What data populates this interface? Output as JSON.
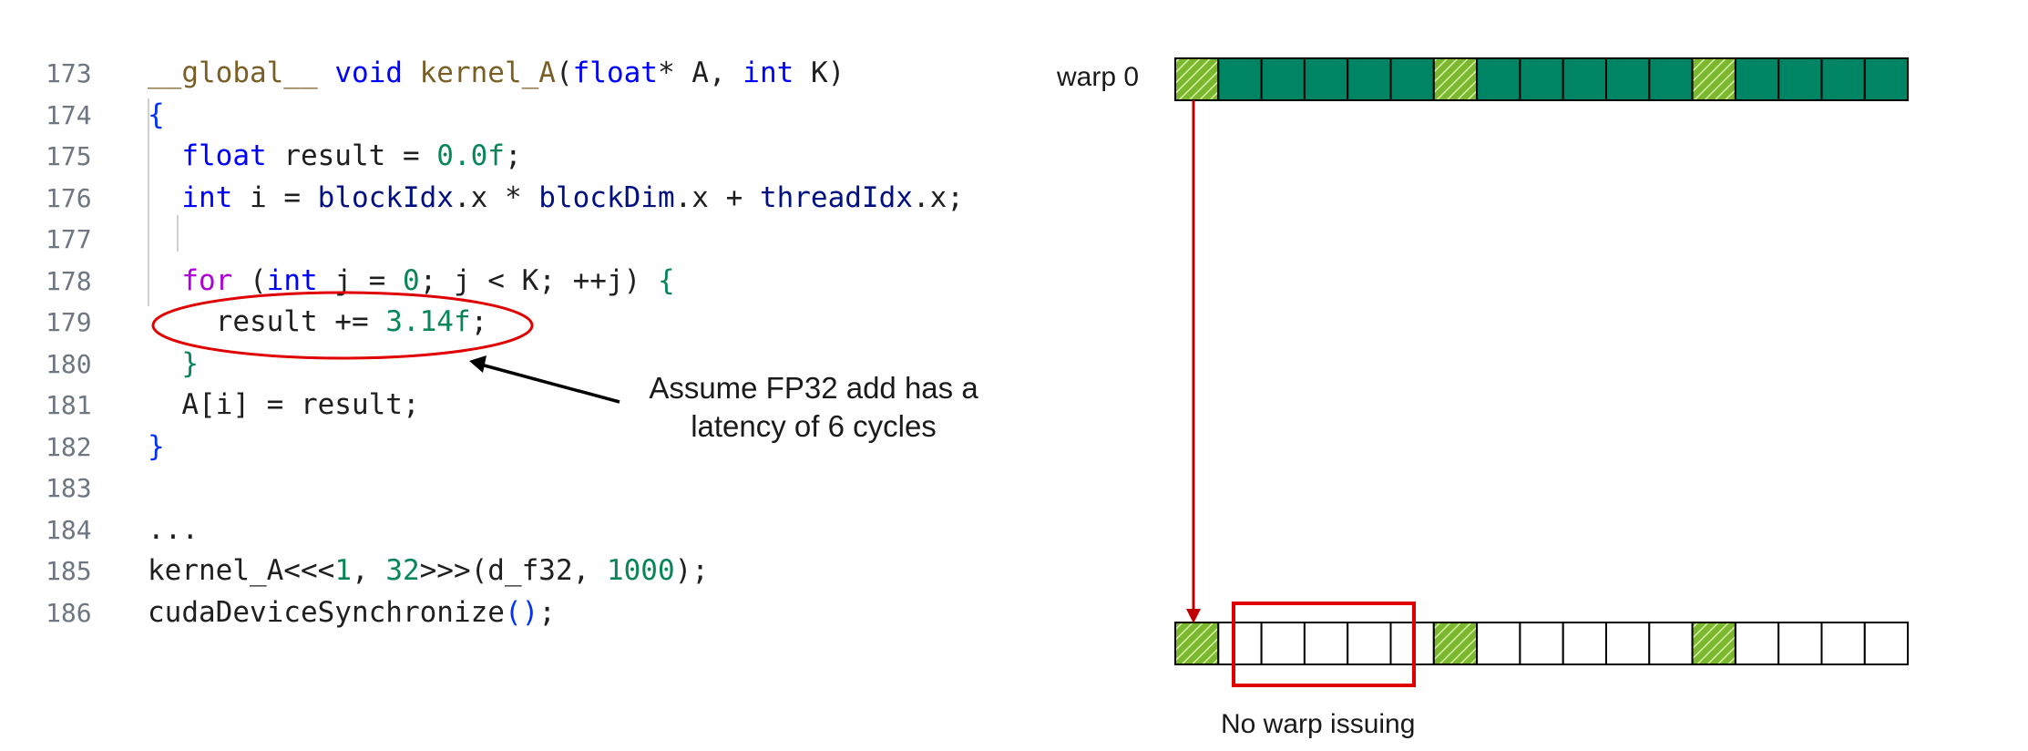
{
  "code": {
    "lines": [
      {
        "num": "173",
        "tokens": [
          [
            "fn",
            "__global__"
          ],
          [
            "tx",
            " "
          ],
          [
            "kw",
            "void"
          ],
          [
            "tx",
            " "
          ],
          [
            "fn",
            "kernel_A"
          ],
          [
            "tx",
            "("
          ],
          [
            "kw",
            "float"
          ],
          [
            "tx",
            "* A, "
          ],
          [
            "kw",
            "int"
          ],
          [
            "tx",
            " K)"
          ]
        ]
      },
      {
        "num": "174",
        "tokens": [
          [
            "br",
            "{"
          ]
        ]
      },
      {
        "num": "175",
        "tokens": [
          [
            "tx",
            "  "
          ],
          [
            "kw",
            "float"
          ],
          [
            "tx",
            " result = "
          ],
          [
            "num",
            "0.0f"
          ],
          [
            "tx",
            ";"
          ]
        ]
      },
      {
        "num": "176",
        "tokens": [
          [
            "tx",
            "  "
          ],
          [
            "kw",
            "int"
          ],
          [
            "tx",
            " i = "
          ],
          [
            "var",
            "blockIdx"
          ],
          [
            "tx",
            ".x * "
          ],
          [
            "var",
            "blockDim"
          ],
          [
            "tx",
            ".x + "
          ],
          [
            "var",
            "threadIdx"
          ],
          [
            "tx",
            ".x;"
          ]
        ]
      },
      {
        "num": "177",
        "tokens": []
      },
      {
        "num": "178",
        "tokens": [
          [
            "tx",
            "  "
          ],
          [
            "ctl",
            "for"
          ],
          [
            "tx",
            " ("
          ],
          [
            "kw",
            "int"
          ],
          [
            "tx",
            " j = "
          ],
          [
            "num",
            "0"
          ],
          [
            "tx",
            "; j < K; ++j) "
          ],
          [
            "num",
            "{"
          ]
        ]
      },
      {
        "num": "179",
        "tokens": [
          [
            "tx",
            "    result += "
          ],
          [
            "num",
            "3.14f"
          ],
          [
            "tx",
            ";"
          ]
        ]
      },
      {
        "num": "180",
        "tokens": [
          [
            "tx",
            "  "
          ],
          [
            "num",
            "}"
          ]
        ]
      },
      {
        "num": "181",
        "tokens": [
          [
            "tx",
            "  A[i] = result;"
          ]
        ]
      },
      {
        "num": "182",
        "tokens": [
          [
            "br",
            "}"
          ]
        ]
      },
      {
        "num": "183",
        "tokens": []
      },
      {
        "num": "184",
        "tokens": [
          [
            "tx",
            "..."
          ]
        ]
      },
      {
        "num": "185",
        "tokens": [
          [
            "tx",
            "kernel_A<<<"
          ],
          [
            "num",
            "1"
          ],
          [
            "tx",
            ", "
          ],
          [
            "num",
            "32"
          ],
          [
            "tx",
            ">>>(d_f32, "
          ],
          [
            "num",
            "1000"
          ],
          [
            "tx",
            ");"
          ]
        ]
      },
      {
        "num": "186",
        "tokens": [
          [
            "tx",
            "cudaDeviceSynchronize"
          ],
          [
            "br",
            "()"
          ],
          [
            "tx",
            ";"
          ]
        ]
      }
    ]
  },
  "annotation": {
    "line1": "Assume FP32 add has a",
    "line2": "latency of 6 cycles"
  },
  "timeline": {
    "warp_label": "warp 0",
    "no_issue_label": "No warp issuing",
    "cell_count": 17,
    "issue_cells": [
      0,
      6,
      12
    ],
    "colors": {
      "issue_fill": "#7cb82f",
      "active_fill": "#008564",
      "empty_fill": "#ffffff",
      "arrow": "#c00000",
      "highlight": "#e00000"
    }
  }
}
